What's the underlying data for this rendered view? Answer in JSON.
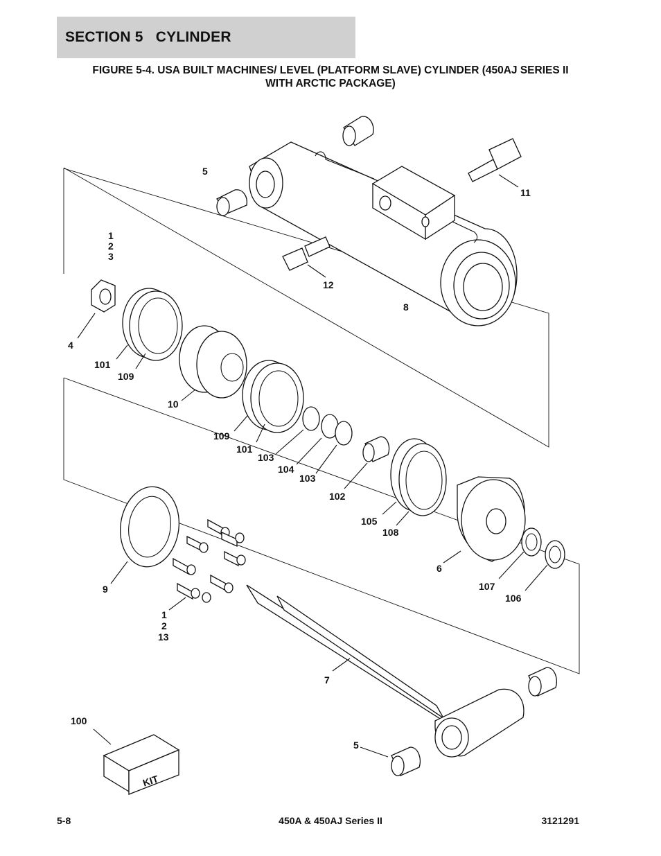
{
  "section": {
    "title": "SECTION 5   CYLINDER"
  },
  "figure": {
    "title_line1": "FIGURE 5-4. USA BUILT MACHINES/ LEVEL (PLATFORM SLAVE) CYLINDER (450AJ SERIES II",
    "title_line2": "WITH ARCTIC PACKAGE)"
  },
  "callouts": {
    "c5_top": "5",
    "c11": "11",
    "c1a": "1",
    "c2a": "2",
    "c3": "3",
    "c12": "12",
    "c8": "8",
    "c4": "4",
    "c101a": "101",
    "c109a": "109",
    "c10": "10",
    "c109b": "109",
    "c101b": "101",
    "c103a": "103",
    "c104": "104",
    "c103b": "103",
    "c102": "102",
    "c105": "105",
    "c108": "108",
    "c6": "6",
    "c107": "107",
    "c106": "106",
    "c9": "9",
    "c1b": "1",
    "c2b": "2",
    "c13": "13",
    "c7": "7",
    "c100": "100",
    "c5_bottom": "5"
  },
  "kit_label": "KIT",
  "footer": {
    "page": "5-8",
    "model": "450A & 450AJ Series II",
    "doc_number": "3121291"
  }
}
